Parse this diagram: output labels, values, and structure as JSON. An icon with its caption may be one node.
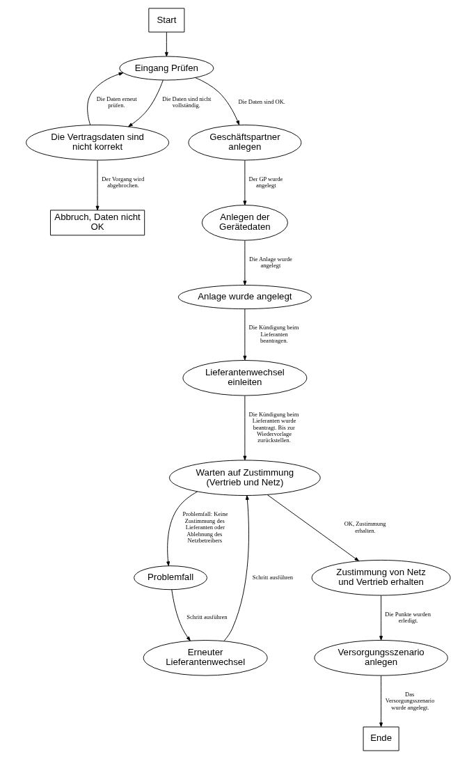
{
  "diagram": {
    "nodes": [
      {
        "text": [
          "Start"
        ]
      },
      {
        "text": [
          "Eingang Prüfen"
        ]
      },
      {
        "text": [
          "Die Vertragsdaten sind nicht korrekt"
        ]
      },
      {
        "text": [
          "Geschäftspartner anlegen"
        ]
      },
      {
        "text": [
          "Abbruch, Daten nicht OK"
        ]
      },
      {
        "text": [
          "Anlegen der Gerätedaten"
        ]
      },
      {
        "text": [
          "Anlage wurde angelegt"
        ]
      },
      {
        "text": [
          "Lieferantenwechsel einleiten"
        ]
      },
      {
        "text": [
          "Warten auf Zustimmung (Vertrieb und Netz)"
        ]
      },
      {
        "text": [
          "Problemfall"
        ]
      },
      {
        "text": [
          "Zustimmung von Netz und Vertrieb erhalten"
        ]
      },
      {
        "text": [
          "Erneuter Lieferantenwechsel"
        ]
      },
      {
        "text": [
          "Versorgungsszenario anlegen"
        ]
      },
      {
        "text": [
          "Ende"
        ]
      }
    ],
    "edges": [
      {
        "from": 0,
        "to": 1,
        "arrow": "to"
      },
      {
        "from": 1,
        "to": 2,
        "arrow": "to",
        "label": "Die Daten sind nicht vollständig."
      },
      {
        "from": 2,
        "to": 1,
        "arrow": "to",
        "label": "Die Daten erneut prüfen."
      },
      {
        "from": 1,
        "to": 3,
        "arrow": "to",
        "label": "Die Daten sind OK."
      },
      {
        "from": 2,
        "to": 4,
        "arrow": "to",
        "label": "Der Vorgang wird abgebrochen."
      },
      {
        "from": 3,
        "to": 5,
        "arrow": "to",
        "label": "Der GP wurde angelegt"
      },
      {
        "from": 5,
        "to": 6,
        "arrow": "to",
        "label": "Die Anlage wurde angelegt"
      },
      {
        "from": 6,
        "to": 7,
        "arrow": "to",
        "label": "Die Kündigung beim Lieferanten beantragen."
      },
      {
        "from": 7,
        "to": 8,
        "arrow": "to",
        "label": "Die Kündigung beim Lieferanten wurde beantragt. Bis zur Wiedervorlage zurückstellen."
      },
      {
        "from": 8,
        "to": 9,
        "arrow": "to",
        "label": "Problemfall: Keine Zustimmung des Lieferanten oder Ablehnung des Netzbetreibers"
      },
      {
        "from": 8,
        "to": 10,
        "arrow": "to",
        "label": "OK, Zustimmung erhalten."
      },
      {
        "from": 9,
        "to": 11,
        "arrow": "to",
        "label": "Schritt ausführen"
      },
      {
        "from": 11,
        "to": 8,
        "arrow": "to",
        "label": "Schritt ausführen"
      },
      {
        "from": 10,
        "to": 12,
        "arrow": "to",
        "label": "Die Punkte wurden erledigt."
      },
      {
        "from": 12,
        "to": 13,
        "arrow": "to",
        "label": "Das Versorgungsszenario wurde angelegt."
      }
    ]
  }
}
